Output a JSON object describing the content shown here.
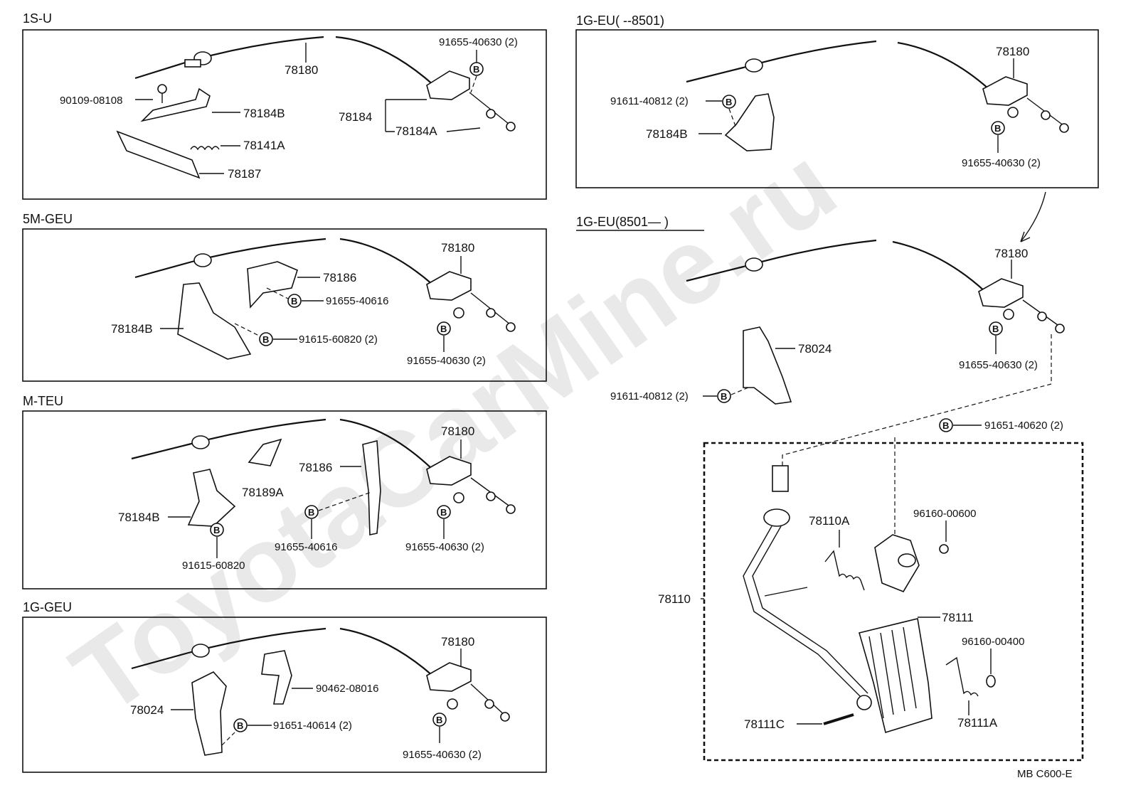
{
  "watermark": "ToyotaCarMine.ru",
  "footer_code": "MB  C600-E",
  "sections": {
    "s1": {
      "title": "1S-U",
      "labels": {
        "cable": "78180",
        "bolt": "91655-40630 (2)",
        "screw": "90109-08108",
        "bracket": "78184B",
        "assy": "78184",
        "clip": "78184A",
        "spring": "78141A",
        "plate": "78187"
      }
    },
    "s2": {
      "title": "5M-GEU",
      "labels": {
        "cable": "78180",
        "support": "78186",
        "bolt_support": "91655-40616",
        "bracket": "78184B",
        "bolt_bracket": "91615-60820 (2)",
        "bolt": "91655-40630 (2)"
      }
    },
    "s3": {
      "title": "M-TEU",
      "labels": {
        "cable": "78180",
        "support": "78186",
        "clip": "78189A",
        "bracket": "78184B",
        "bolt_support": "91655-40616",
        "bolt": "91655-40630 (2)",
        "bolt_bracket": "91615-60820"
      }
    },
    "s4": {
      "title": "1G-GEU",
      "labels": {
        "cable": "78180",
        "clamp": "90462-08016",
        "bracket": "78024",
        "bolt_bracket": "91651-40614 (2)",
        "bolt": "91655-40630 (2)"
      }
    },
    "s5": {
      "title": "1G-EU(        --8501)",
      "labels": {
        "cable": "78180",
        "bolt_bracket": "91611-40812 (2)",
        "bracket": "78184B",
        "bolt": "91655-40630 (2)"
      }
    },
    "s6": {
      "title": "1G-EU(8501—         )",
      "labels": {
        "cable": "78180",
        "bracket": "78024",
        "bolt_bracket": "91611-40812 (2)",
        "bolt": "91655-40630 (2)",
        "bolt_pedal": "91651-40620 (2)",
        "pedal_assy": "78110",
        "spring": "78110A",
        "bushing_a": "96160-00600",
        "pad": "78111",
        "bushing_b": "96160-00400",
        "pin": "78111C",
        "pad_spring": "78111A"
      }
    }
  },
  "bolt_marker": "B"
}
